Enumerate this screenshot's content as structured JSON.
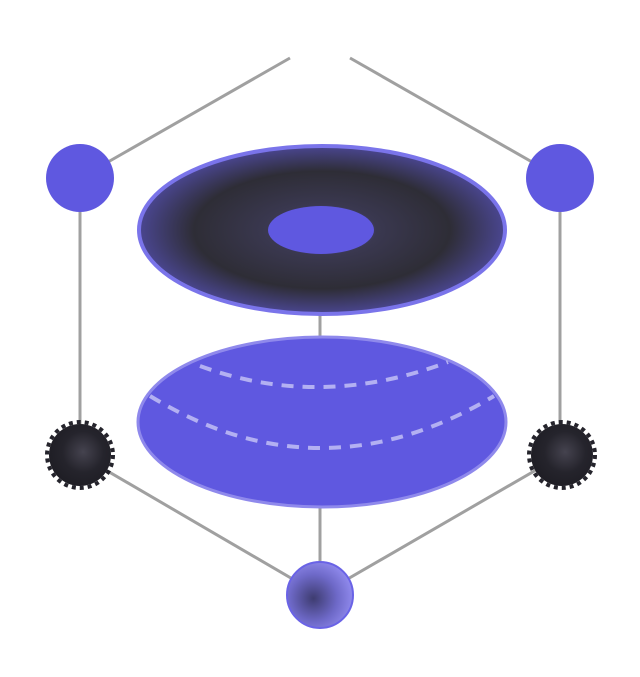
{
  "illustration": {
    "colors": {
      "accent": "#5f58e0",
      "accent_light": "#8f89ec",
      "dash": "#b3b0f2",
      "dark": "#25242c",
      "line": "#a0a0a0",
      "background": "#ffffff"
    },
    "icons": [
      "node-circle",
      "disc-ring",
      "ellipsoid",
      "gear-node",
      "sphere-node"
    ]
  }
}
